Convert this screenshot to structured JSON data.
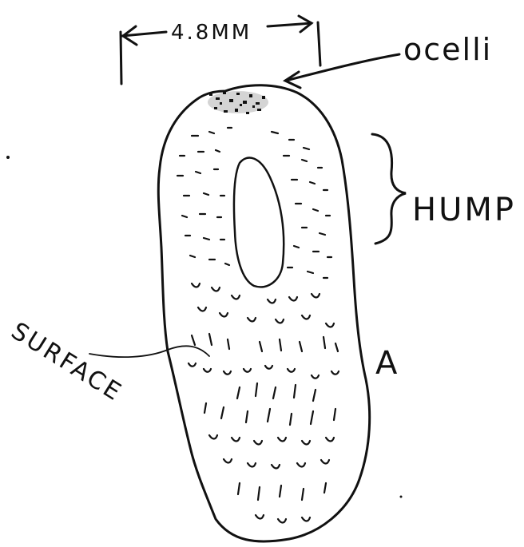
{
  "colors": {
    "ink": "#111111",
    "paper": "#ffffff"
  },
  "labels": {
    "scale": "4.8MM",
    "ocelli": "ocelli",
    "hump": "HUMP",
    "surface": "SURFACE",
    "specimen": "A"
  }
}
